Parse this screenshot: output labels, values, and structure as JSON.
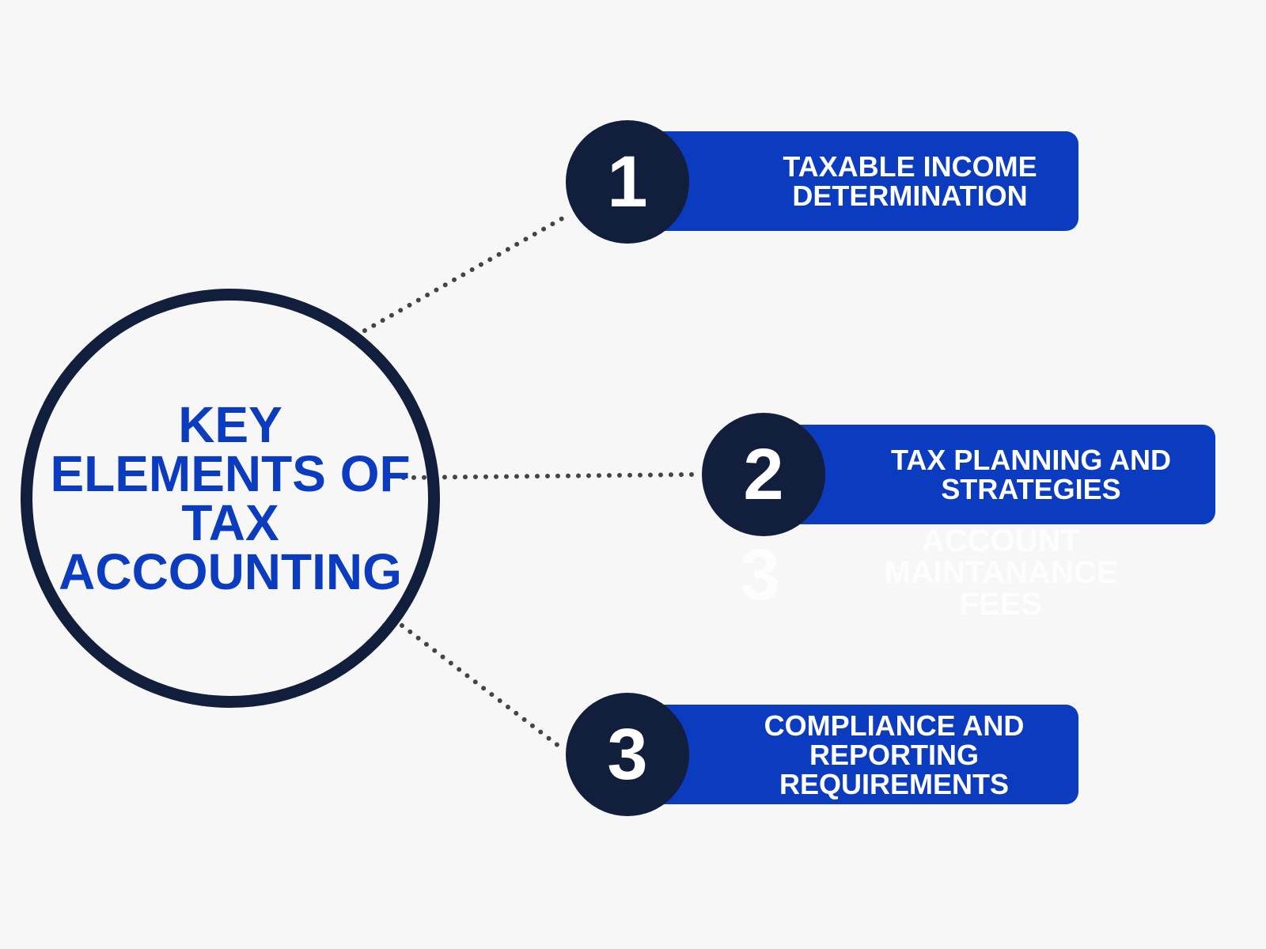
{
  "hub": {
    "title": "KEY ELEMENTS OF TAX ACCOUNTING"
  },
  "items": [
    {
      "number": "1",
      "label": "TAXABLE INCOME DETERMINATION"
    },
    {
      "number": "2",
      "label": "TAX PLANNING AND STRATEGIES"
    },
    {
      "number": "3",
      "label": "COMPLIANCE AND REPORTING REQUIREMENTS"
    }
  ],
  "ghost_item": {
    "number": "3",
    "label": "ACCOUNT MAINTANANCE FEES"
  },
  "colors": {
    "background": "#f7f7f7",
    "accent_blue": "#0b3bbf",
    "navy": "#111f3d",
    "dots": "#444444"
  }
}
